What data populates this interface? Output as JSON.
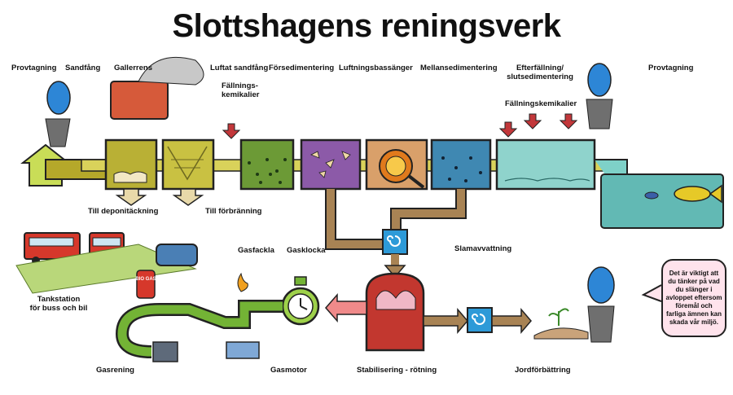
{
  "title": "Slottshagens reningsverk",
  "labels": {
    "provtagning_left": "Provtagning",
    "sandfang": "Sandfång",
    "gallerrens": "Gallerrens",
    "luftat_sandfang": "Luftat sandfång",
    "fallningskemikalier_1": "Fällnings-",
    "fallningskemikalier_2": "kemikalier",
    "forsedimentering": "Försedimentering",
    "luftningsbassanger": "Luftningsbassänger",
    "mellansedimentering": "Mellansedimentering",
    "efterfallning_1": "Efterfällning/",
    "efterfallning_2": "slutsedimentering",
    "fallningskemikalier_right": "Fällningskemikalier",
    "provtagning_right": "Provtagning",
    "till_deponitackning": "Till deponitäckning",
    "till_forbranning": "Till förbränning",
    "gasfackla": "Gasfackla",
    "gasklocka": "Gasklocka",
    "slamavvattning": "Slamavvattning",
    "tankstation_1": "Tankstation",
    "tankstation_2": "för buss och bil",
    "gasrening": "Gasrening",
    "gasmotor": "Gasmotor",
    "stabilisering": "Stabilisering - rötning",
    "jordforbattring": "Jordförbättring",
    "biogas_sign": "BIO GAS",
    "speech": "Det är viktigt att du tänker på vad du slänger i avloppet eftersom föremål och farliga ämnen kan skada vår miljö."
  },
  "colors": {
    "sandfang": "#b9b035",
    "gallerrens": "#c9c142",
    "luftat": "#6c9a36",
    "forsed": "#8c5aa8",
    "luftning": "#d9a06a",
    "mellansed": "#3f88b2",
    "efter": "#8fd3cc",
    "pipe_green": "#9fca3c",
    "pipe_brown": "#a88354",
    "gas_green": "#73b335",
    "stabil": "#c2372f",
    "water": "#62b9b4"
  }
}
